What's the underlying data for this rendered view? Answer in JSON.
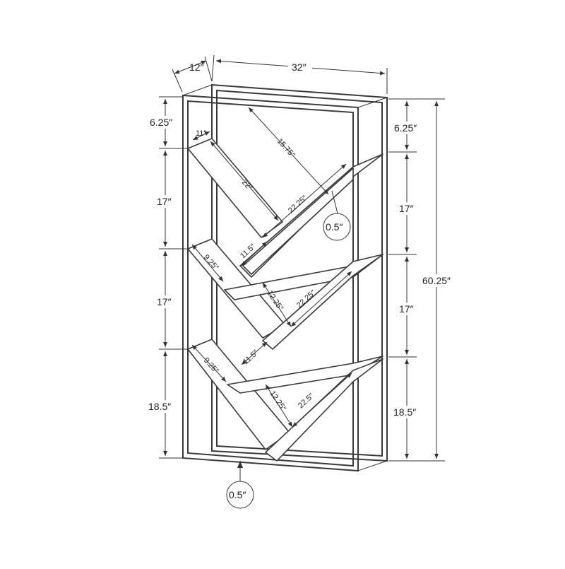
{
  "dimensions": {
    "depth": "12″",
    "width": "32″",
    "total_height": "60.25″",
    "left_top_gap": "6.25″",
    "left_section_1": "17″",
    "left_section_2": "17″",
    "left_section_3": "18.5″",
    "right_top_gap": "6.25″",
    "right_section_1": "17″",
    "right_section_2": "17″",
    "right_section_3": "18.5″",
    "board_thickness_callout": "0.5″",
    "bottom_thickness_callout": "0.5″"
  },
  "shelf_labels": {
    "top_depth": "11″",
    "top_inner_diagonal": "15.75″",
    "top_shelf_length": "22″",
    "top_right_shelf": "22.25″",
    "top_gap": "11.5″",
    "mid_left_depth": "9.25″",
    "mid_span": "12.25″",
    "mid_right_shelf": "22.25″",
    "mid_gap": "11.5″",
    "low_left_depth": "9.25″",
    "low_span": "12.25″",
    "low_right_shelf": "22.5″"
  },
  "colors": {
    "line": "#3a3a3a",
    "background": "#ffffff"
  }
}
